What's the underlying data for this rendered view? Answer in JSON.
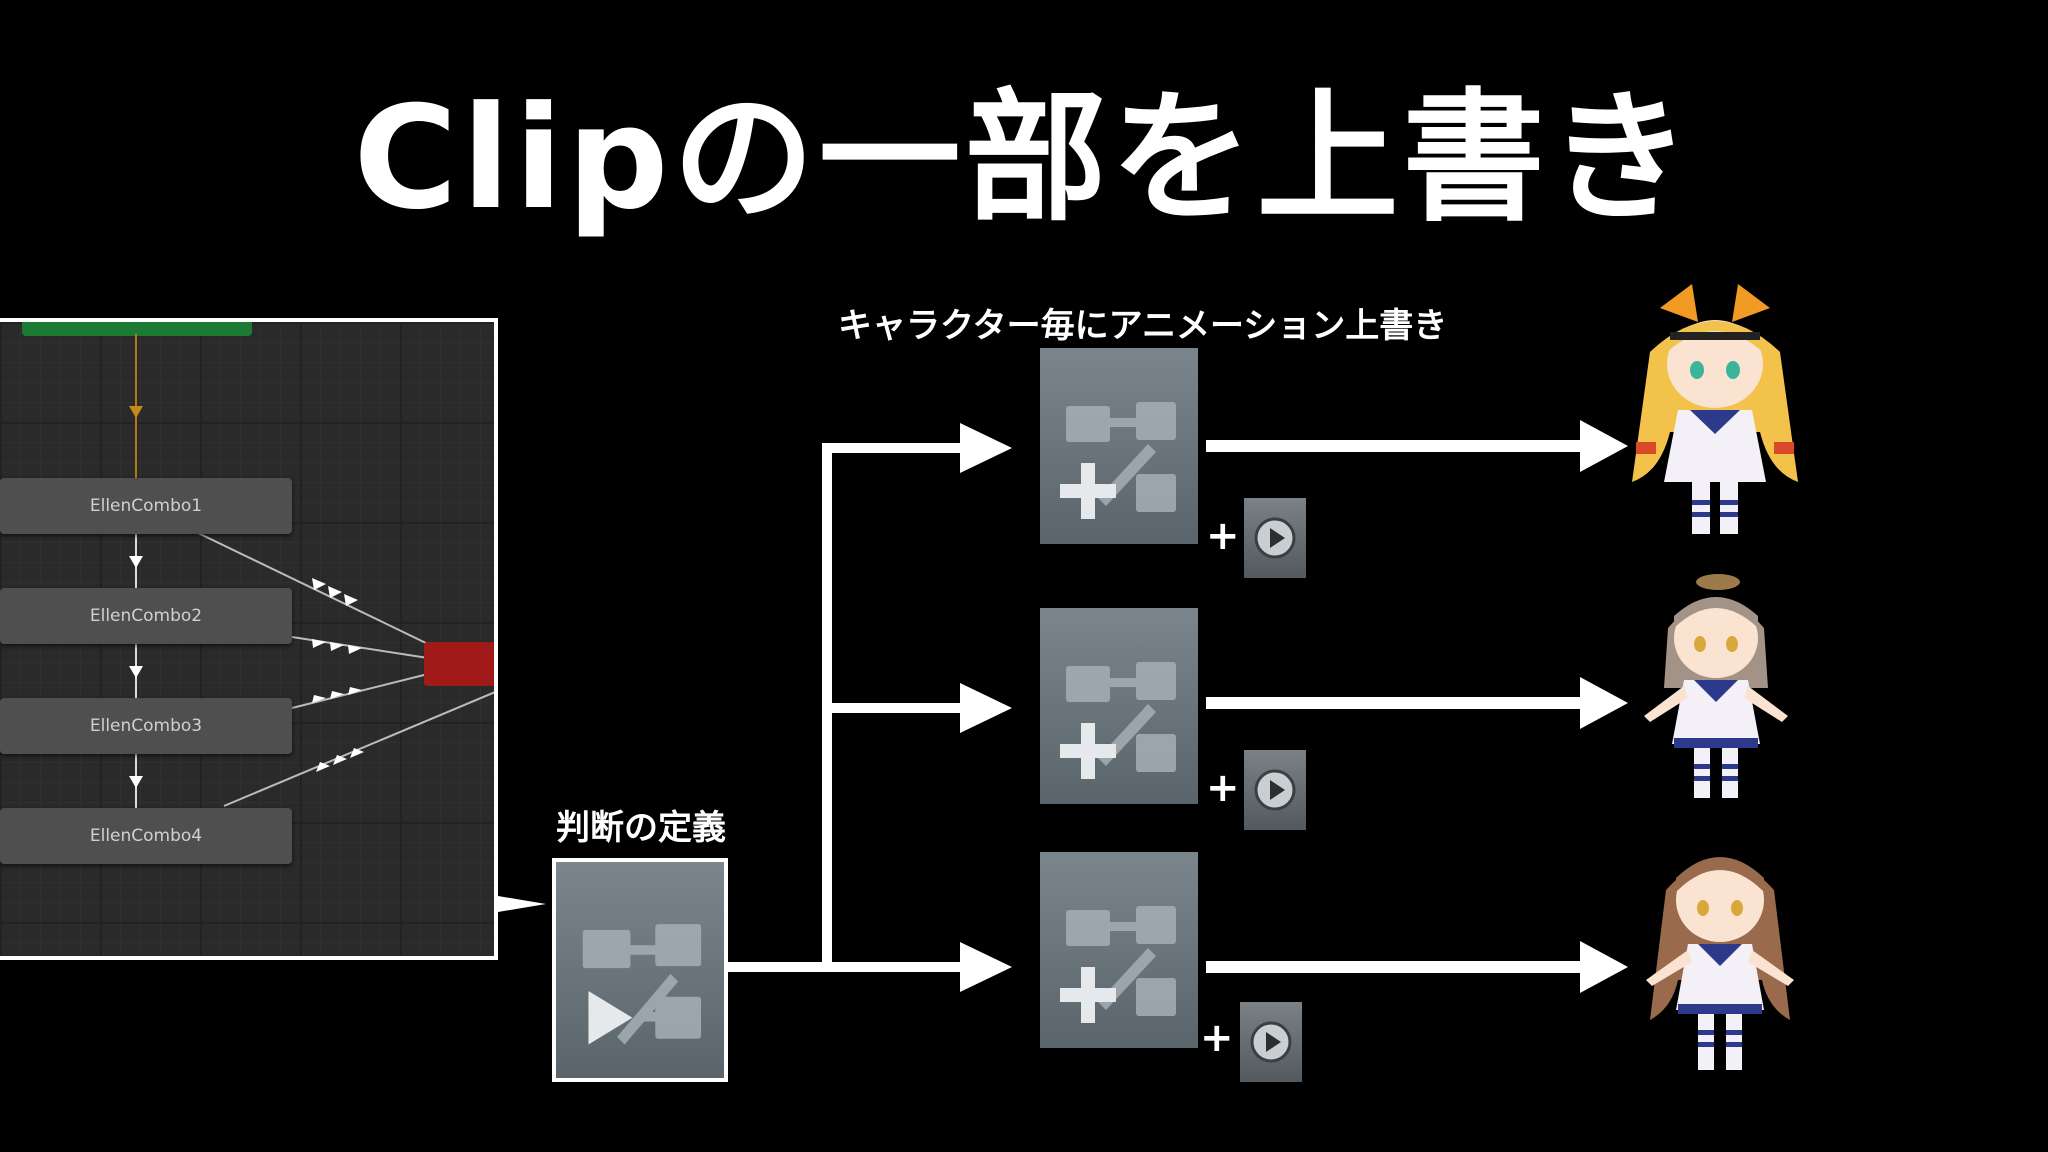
{
  "title": "Clipの一部を上書き",
  "labels": {
    "definition": "判断の定義",
    "override": "キャラクター毎にアニメーション上書き"
  },
  "graph": {
    "states": [
      "EllenCombo1",
      "EllenCombo2",
      "EllenCombo3",
      "EllenCombo4"
    ]
  },
  "overrides": [
    {
      "plus": "+",
      "icon": "play-icon"
    },
    {
      "plus": "+",
      "icon": "play-icon"
    },
    {
      "plus": "+",
      "icon": "play-icon"
    }
  ],
  "characters": [
    {
      "hair": "#f2c24a",
      "accessory": "orange-ribbon"
    },
    {
      "hair": "#a39386",
      "accessory": "small-hat"
    },
    {
      "hair": "#9a6a4c",
      "accessory": "none"
    }
  ],
  "colors": {
    "background": "#000000",
    "arrow": "#ffffff",
    "entry_node": "#1c7a33",
    "exit_node": "#a11a1a",
    "state_node": "#4f4f4f"
  }
}
